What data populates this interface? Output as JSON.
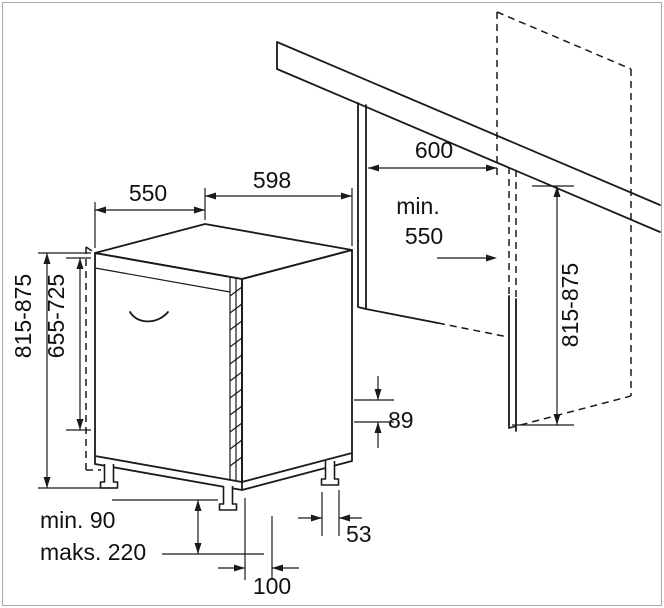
{
  "colors": {
    "background": "#ffffff",
    "line": "#1a1a1a",
    "frame": "#aaaaaa"
  },
  "dishwasher": {
    "depth": "550",
    "width": "598",
    "height": "815-875",
    "door_panel_height": "655-725",
    "base_rear_height": "89",
    "rear_gap": "53",
    "plinth_depth": "100",
    "plinth_height_min": "min. 90",
    "plinth_height_max": "maks. 220"
  },
  "niche": {
    "width": "600",
    "depth_prefix": "min.",
    "depth_value": "550",
    "height": "815-875"
  }
}
